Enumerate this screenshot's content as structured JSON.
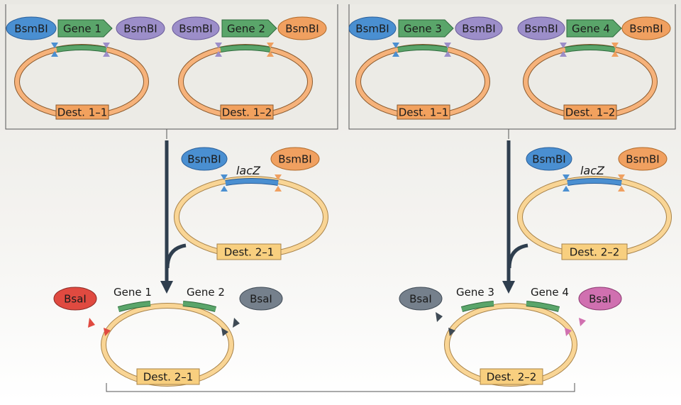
{
  "colors": {
    "blue": "#4a8fd1",
    "purple": "#9c8ec9",
    "orange_site": "#f0a060",
    "green": "#5aa56a",
    "red": "#e04a40",
    "slate": "#75808c",
    "magenta": "#d070b0",
    "vector_orange": "#f6b27a",
    "vector_yellow": "#f9d595",
    "dest_orange": "#f2a15e",
    "dest_yellow": "#f8cf7f",
    "arrow": "#2f3e4e"
  },
  "top_row": {
    "constructs": [
      {
        "left_site": "BsmBI",
        "gene": "Gene 1",
        "right_site": "BsmBI",
        "dest": "Dest. 1–1"
      },
      {
        "left_site": "BsmBI",
        "gene": "Gene 2",
        "right_site": "BsmBI",
        "dest": "Dest. 1–2"
      },
      {
        "left_site": "BsmBI",
        "gene": "Gene 3",
        "right_site": "BsmBI",
        "dest": "Dest. 1–1"
      },
      {
        "left_site": "BsmBI",
        "gene": "Gene 4",
        "right_site": "BsmBI",
        "dest": "Dest. 1–2"
      }
    ]
  },
  "acceptors": [
    {
      "left_site": "BsmBI",
      "insert": "lacZ",
      "right_site": "BsmBI",
      "dest": "Dest. 2–1"
    },
    {
      "left_site": "BsmBI",
      "insert": "lacZ",
      "right_site": "BsmBI",
      "dest": "Dest. 2–2"
    }
  ],
  "products": [
    {
      "left_site": "BsaI",
      "gene_a": "Gene 1",
      "gene_b": "Gene 2",
      "right_site": "BsaI",
      "dest": "Dest. 2–1"
    },
    {
      "left_site": "BsaI",
      "gene_a": "Gene 3",
      "gene_b": "Gene 4",
      "right_site": "BsaI",
      "dest": "Dest. 2–2"
    }
  ]
}
